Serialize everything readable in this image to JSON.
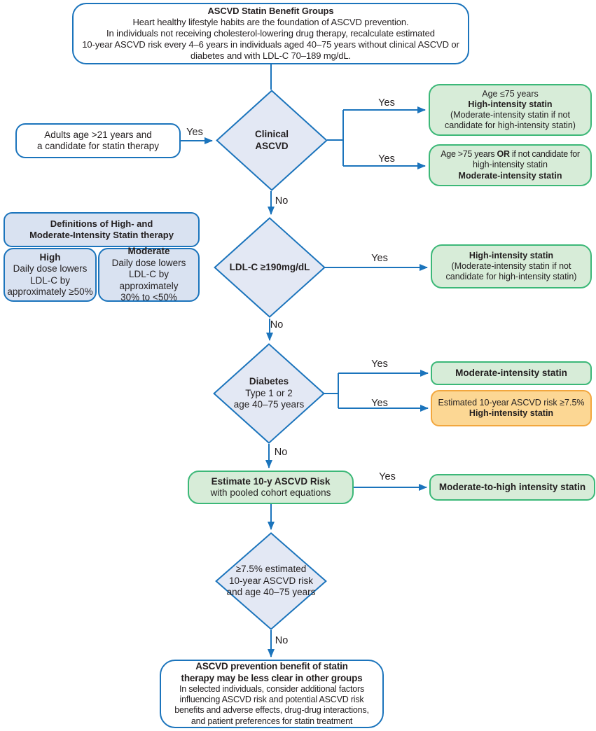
{
  "colors": {
    "line-blue": "#1b74bc",
    "text": "#231f20",
    "diamond-fill": "#e3e8f4",
    "panel-blue-fill": "#d9e2f1",
    "green-fill": "#d7ecd8",
    "green-border": "#3cb878",
    "orange-fill": "#fcd794",
    "orange-border": "#f2a73e",
    "white": "#ffffff"
  },
  "labels": {
    "yes": "Yes",
    "no": "No"
  },
  "nodes": {
    "start": {
      "title": "ASCVD Statin Benefit Groups",
      "body": "Heart healthy lifestyle habits are the foundation of ASCVD prevention.\nIn individuals not receiving cholesterol-lowering drug therapy, recalculate estimated\n10-year ASCVD risk every 4–6 years in individuals aged 40–75 years without clinical ASCVD or\ndiabetes and with LDL-C 70–189 mg/dL."
    },
    "adults": {
      "text": "Adults age >21 years and\na candidate for statin therapy"
    },
    "clinical": {
      "text": "Clinical\nASCVD"
    },
    "age_le75": {
      "line1": "Age ≤75 years",
      "line2": "High-intensity statin",
      "rest": "(Moderate-intensity statin if not\ncandidate for high-intensity statin)"
    },
    "age_gt75": {
      "pre": "Age >75 years",
      "or": "OR",
      "post": "if not candidate for",
      "line2": "high-intensity statin",
      "line3": "Moderate-intensity statin"
    },
    "defs": {
      "header": "Definitions of High- and\nModerate-Intensity Statin therapy",
      "high_title": "High",
      "high_body": "Daily dose lowers\nLDL-C by\napproximately ≥50%",
      "moderate_title": "Moderate",
      "moderate_body": "Daily dose lowers\nLDL-C by approximately\n30% to <50%"
    },
    "ldl": {
      "text": "LDL-C ≥190mg/dL"
    },
    "high_statin": {
      "line1": "High-intensity statin",
      "rest": "(Moderate-intensity statin if not\ncandidate for high-intensity statin)"
    },
    "diabetes": {
      "title": "Diabetes",
      "body": "Type 1 or 2\nage 40–75 years"
    },
    "moderate_statin": {
      "text": "Moderate-intensity statin"
    },
    "risk_high": {
      "line1": "Estimated 10-year ASCVD risk ≥7.5%",
      "line2": "High-intensity statin"
    },
    "estimate": {
      "title": "Estimate 10-y ASCVD Risk",
      "body": "with pooled cohort equations"
    },
    "mod_to_high": {
      "text": "Moderate-to-high intensity statin"
    },
    "risk_age": {
      "text": "≥7.5% estimated\n10-year ASCVD risk\nand age 40–75 years"
    },
    "end": {
      "title": "ASCVD prevention benefit of statin\ntherapy may be less clear in other groups",
      "body": "In selected individuals, consider additional factors\ninfluencing ASCVD risk and potential ASCVD risk\nbenefits and adverse effects, drug-drug interactions,\nand patient preferences for statin treatment"
    }
  }
}
